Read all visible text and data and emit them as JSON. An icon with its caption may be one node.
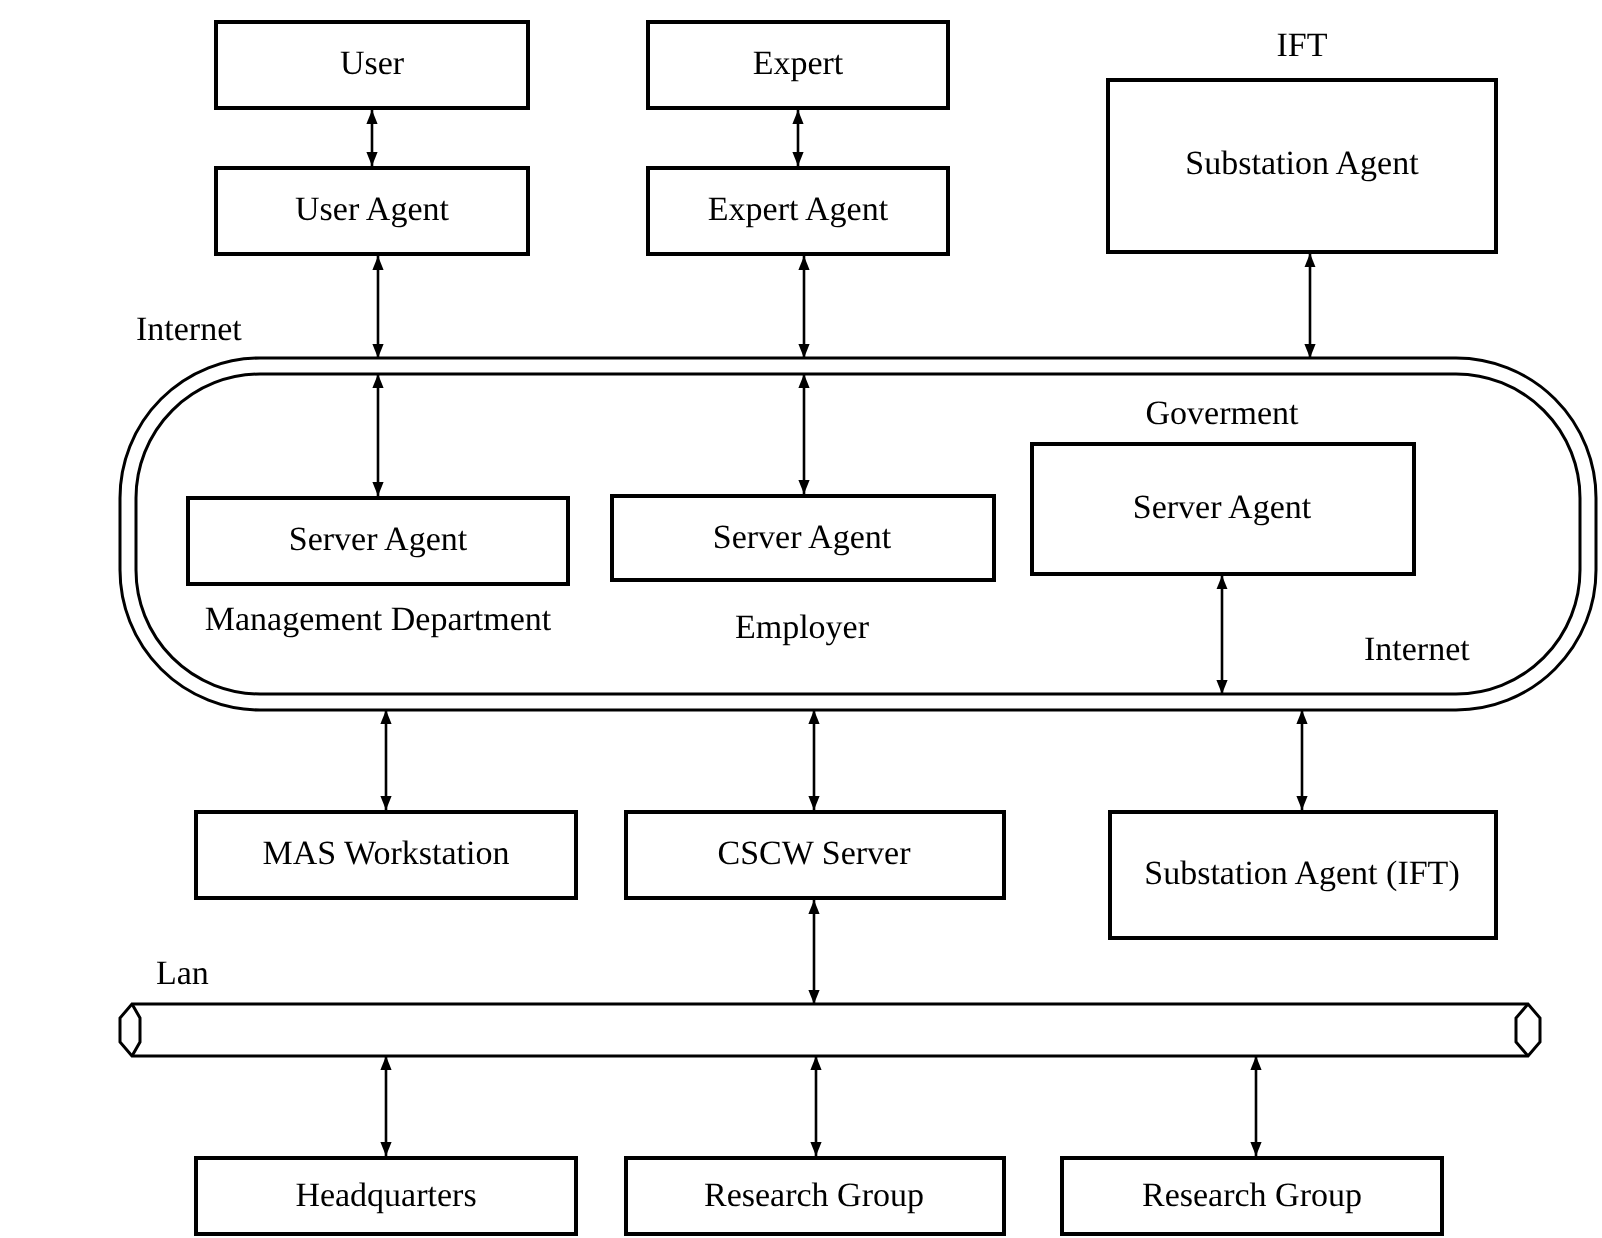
{
  "diagram": {
    "nodes": [
      {
        "text": [
          "User"
        ]
      },
      {
        "text": [
          "User Agent"
        ]
      },
      {
        "text": [
          "Expert"
        ]
      },
      {
        "text": [
          "Expert Agent"
        ]
      },
      {
        "text": [
          "Substation Agent"
        ],
        "beside": [
          "IFT"
        ]
      },
      {
        "text": [
          "Internet",
          "Internet"
        ]
      },
      {
        "text": [
          "Server Agent"
        ],
        "in": 5,
        "beside": [
          "Management Department"
        ]
      },
      {
        "text": [
          "Server Agent"
        ],
        "in": 5,
        "beside": [
          "Employer"
        ]
      },
      {
        "text": [
          "Server Agent"
        ],
        "in": 5,
        "beside": [
          "Goverment"
        ]
      },
      {
        "text": [
          "MAS Workstation"
        ]
      },
      {
        "text": [
          "CSCW Server"
        ]
      },
      {
        "text": [
          "Substation Agent (IFT)"
        ]
      },
      {
        "text": [
          "Lan"
        ]
      },
      {
        "text": [
          "Headquarters"
        ]
      },
      {
        "text": [
          "Research Group"
        ]
      },
      {
        "text": [
          "Research Group"
        ]
      }
    ],
    "edges": [
      {
        "from": 0,
        "to": 1,
        "arrow": "both"
      },
      {
        "from": 2,
        "to": 3,
        "arrow": "both"
      },
      {
        "from": 1,
        "to": 5,
        "arrow": "both"
      },
      {
        "from": 3,
        "to": 5,
        "arrow": "both"
      },
      {
        "from": 4,
        "to": 5,
        "arrow": "both"
      },
      {
        "from": 5,
        "to": 6,
        "arrow": "both"
      },
      {
        "from": 5,
        "to": 7,
        "arrow": "both"
      },
      {
        "from": 8,
        "to": 5,
        "arrow": "both"
      },
      {
        "from": 5,
        "to": 9,
        "arrow": "both"
      },
      {
        "from": 5,
        "to": 10,
        "arrow": "both"
      },
      {
        "from": 5,
        "to": 11,
        "arrow": "both"
      },
      {
        "from": 10,
        "to": 12,
        "arrow": "both"
      },
      {
        "from": 12,
        "to": 13,
        "arrow": "both"
      },
      {
        "from": 12,
        "to": 14,
        "arrow": "both"
      },
      {
        "from": 12,
        "to": 15,
        "arrow": "both"
      }
    ]
  }
}
